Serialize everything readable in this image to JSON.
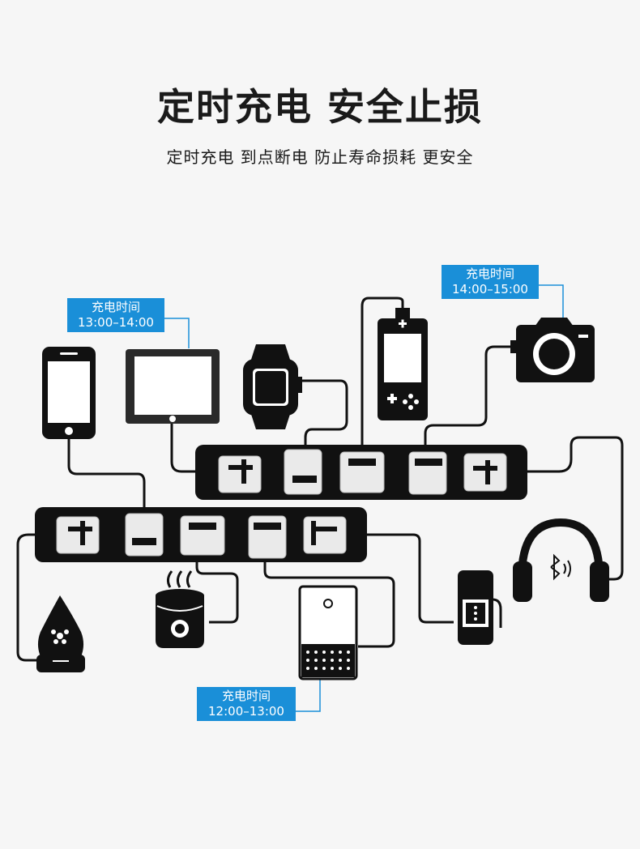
{
  "header": {
    "title": "定时充电  安全止损",
    "subtitle": "定时充电  到点断电  防止寿命损耗  更安全"
  },
  "tags": [
    {
      "label": "充电时间",
      "time": "13:00–14:00"
    },
    {
      "label": "充电时间",
      "time": "14:00–15:00"
    },
    {
      "label": "充电时间",
      "time": "12:00–13:00"
    }
  ],
  "colors": {
    "accent": "#1a8fd8",
    "ink": "#111111",
    "background": "#f6f6f6"
  },
  "devices": [
    "smartphone-icon",
    "tablet-icon",
    "smartwatch-icon",
    "game-console-icon",
    "camera-icon",
    "bluetooth-headphones-icon",
    "diffuser-icon",
    "humidifier-icon",
    "power-bank-icon",
    "speaker-icon"
  ]
}
